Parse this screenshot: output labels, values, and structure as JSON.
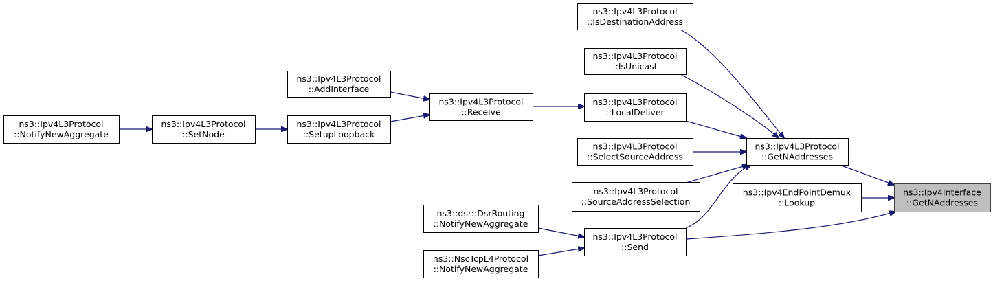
{
  "nodes": [
    {
      "id": "isdest",
      "line1": "ns3::Ipv4L3Protocol",
      "line2": "::IsDestinationAddress"
    },
    {
      "id": "isuni",
      "line1": "ns3::Ipv4L3Protocol",
      "line2": "::IsUnicast"
    },
    {
      "id": "addif",
      "line1": "ns3::Ipv4L3Protocol",
      "line2": "::AddInterface"
    },
    {
      "id": "recv",
      "line1": "ns3::Ipv4L3Protocol",
      "line2": "::Receive"
    },
    {
      "id": "local",
      "line1": "ns3::Ipv4L3Protocol",
      "line2": "::LocalDeliver"
    },
    {
      "id": "notify",
      "line1": "ns3::Ipv4L3Protocol",
      "line2": "::NotifyNewAggregate"
    },
    {
      "id": "setnode",
      "line1": "ns3::Ipv4L3Protocol",
      "line2": "::SetNode"
    },
    {
      "id": "loop",
      "line1": "ns3::Ipv4L3Protocol",
      "line2": "::SetupLoopback"
    },
    {
      "id": "getn",
      "line1": "ns3::Ipv4L3Protocol",
      "line2": "::GetNAddresses"
    },
    {
      "id": "selsrc",
      "line1": "ns3::Ipv4L3Protocol",
      "line2": "::SelectSourceAddress"
    },
    {
      "id": "target",
      "line1": "ns3::Ipv4Interface",
      "line2": "::GetNAddresses"
    },
    {
      "id": "srcsel",
      "line1": "ns3::Ipv4L3Protocol",
      "line2": "::SourceAddressSelection"
    },
    {
      "id": "lookup",
      "line1": "ns3::Ipv4EndPointDemux",
      "line2": "::Lookup"
    },
    {
      "id": "dsr",
      "line1": "ns3::dsr::DsrRouting",
      "line2": "::NotifyNewAggregate"
    },
    {
      "id": "send",
      "line1": "ns3::Ipv4L3Protocol",
      "line2": "::Send"
    },
    {
      "id": "nsc",
      "line1": "ns3::NscTcpL4Protocol",
      "line2": "::NotifyNewAggregate"
    }
  ],
  "edges": [
    {
      "from": "notify",
      "to": "setnode"
    },
    {
      "from": "setnode",
      "to": "loop"
    },
    {
      "from": "addif",
      "to": "recv"
    },
    {
      "from": "loop",
      "to": "recv"
    },
    {
      "from": "recv",
      "to": "local"
    },
    {
      "from": "isdest",
      "to": "getn"
    },
    {
      "from": "isuni",
      "to": "getn"
    },
    {
      "from": "local",
      "to": "getn"
    },
    {
      "from": "selsrc",
      "to": "getn"
    },
    {
      "from": "srcsel",
      "to": "getn"
    },
    {
      "from": "send",
      "to": "getn"
    },
    {
      "from": "getn",
      "to": "target"
    },
    {
      "from": "lookup",
      "to": "target"
    },
    {
      "from": "send",
      "to": "target"
    },
    {
      "from": "dsr",
      "to": "send"
    },
    {
      "from": "nsc",
      "to": "send"
    }
  ],
  "colors": {
    "edge": "#191970",
    "highlight_fill": "#bfbfbf"
  },
  "highlighted_node": "target"
}
